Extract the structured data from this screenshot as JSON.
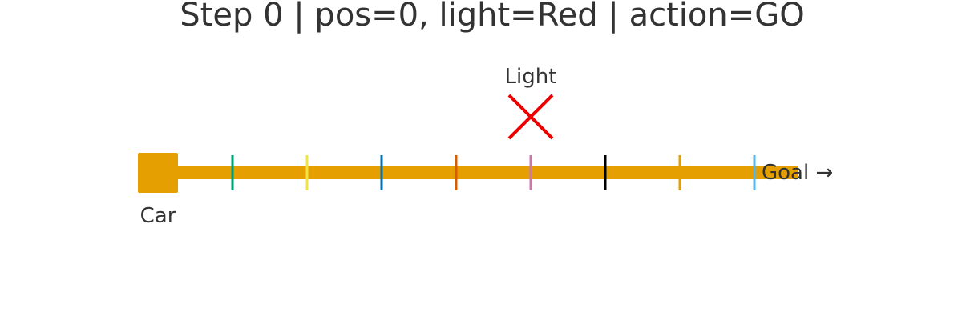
{
  "title": "Step 0 | pos=0, light=Red | action=GO",
  "road": {
    "color": "#E69F00",
    "positions": 9,
    "tick_colors": [
      "#56B4E9",
      "#009E73",
      "#F0E442",
      "#0072B2",
      "#D55E00",
      "#CC79A7",
      "#000000",
      "#E69F00",
      "#56B4E9"
    ]
  },
  "car": {
    "label": "Car",
    "position": 0,
    "color": "#E69F00"
  },
  "light": {
    "label": "Light",
    "position": 5,
    "state": "Red",
    "marker": "x-marker-icon",
    "color": "#EE0000"
  },
  "goal": {
    "label": "Goal →"
  }
}
